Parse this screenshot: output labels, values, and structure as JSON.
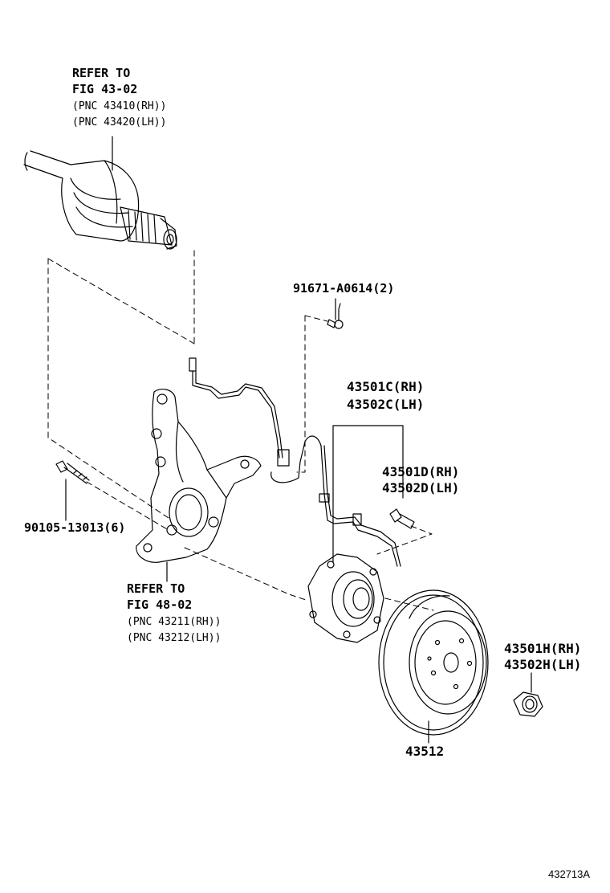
{
  "callouts": {
    "driveshaft_ref": {
      "line1": "REFER TO",
      "line2": "FIG 43-02",
      "line3": "(PNC 43410(RH))",
      "line4": "(PNC 43420(LH))"
    },
    "knuckle_ref": {
      "line1": "REFER TO",
      "line2": "FIG 48-02",
      "line3": "(PNC 43211(RH))",
      "line4": "(PNC 43212(LH))"
    },
    "sensor_bolt": {
      "line1": "91671-A0614(2)"
    },
    "hub_assembly": {
      "line1": "43501C(RH)",
      "line2": "43502C(LH)"
    },
    "hub_bolt": {
      "line1": "43501D(RH)",
      "line2": "43502D(LH)"
    },
    "knuckle_bolt": {
      "line1": "90105-13013(6)"
    },
    "hub_nut": {
      "line1": "43501H(RH)",
      "line2": "43502H(LH)"
    },
    "disc": {
      "line1": "43512"
    }
  },
  "figure_id": "432713A"
}
